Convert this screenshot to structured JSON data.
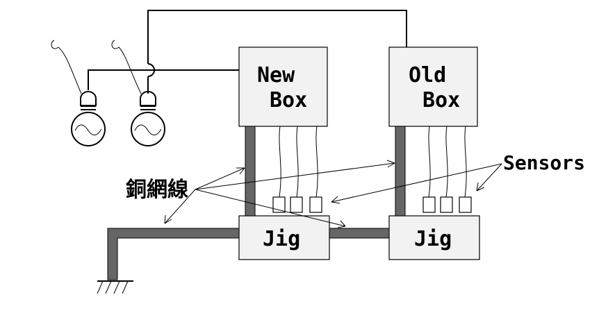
{
  "boxes": {
    "new_box": {
      "line1": "New",
      "line2": "Box"
    },
    "old_box": {
      "line1": "Old",
      "line2": "Box"
    },
    "jig_left": {
      "label": "Jig"
    },
    "jig_right": {
      "label": "Jig"
    }
  },
  "labels": {
    "sensors": "Sensors",
    "copper_braid": "銅網線"
  },
  "colors": {
    "braid": "#666666",
    "box_fill": "#f2f2f2",
    "line": "#000000"
  }
}
